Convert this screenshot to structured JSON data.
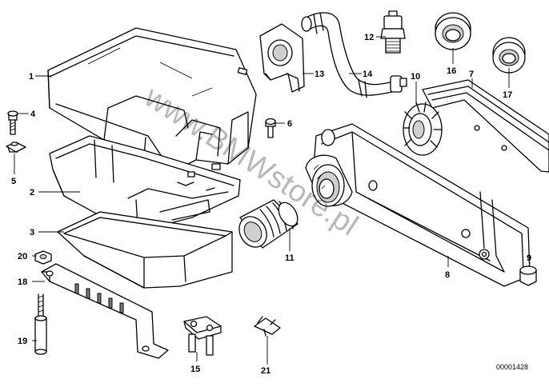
{
  "watermark": "www.BMWstore.pl",
  "diagram_code": "00001428",
  "part_numbers": {
    "p1": "1",
    "p2": "2",
    "p3": "3",
    "p4": "4",
    "p5": "5",
    "p6": "6",
    "p7": "7",
    "p8": "8",
    "p9": "9",
    "p10": "10",
    "p11": "11",
    "p12": "12",
    "p13": "13",
    "p14": "14",
    "p15": "15",
    "p16": "16",
    "p17": "17",
    "p18": "18",
    "p19": "19",
    "p20": "20",
    "p21": "21"
  }
}
